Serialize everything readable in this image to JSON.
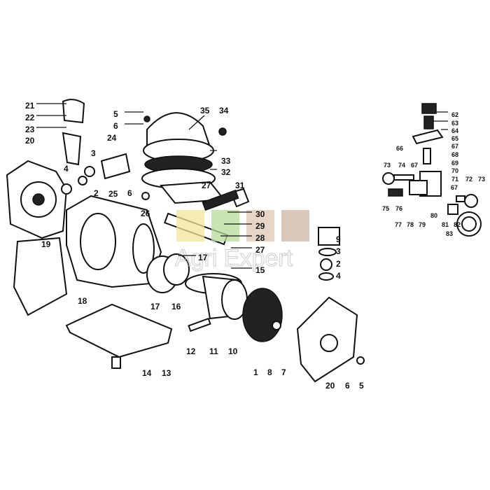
{
  "watermark": "Agri Expert",
  "labels": {
    "main": [
      "21",
      "22",
      "23",
      "20",
      "4",
      "3",
      "24",
      "2",
      "25",
      "26",
      "5",
      "6",
      "35",
      "34",
      "33",
      "32",
      "27",
      "31",
      "6",
      "30",
      "29",
      "28",
      "27",
      "17",
      "15",
      "19",
      "18",
      "17",
      "16",
      "12",
      "11",
      "10",
      "14",
      "13",
      "1",
      "8",
      "7",
      "9",
      "3",
      "2",
      "4",
      "20",
      "6",
      "5"
    ],
    "valve": [
      "62",
      "63",
      "64",
      "65",
      "66",
      "67",
      "68",
      "69",
      "70",
      "71",
      "72",
      "73",
      "73",
      "74",
      "67",
      "75",
      "76",
      "67",
      "77",
      "78",
      "79",
      "80",
      "81",
      "82",
      "83"
    ]
  }
}
